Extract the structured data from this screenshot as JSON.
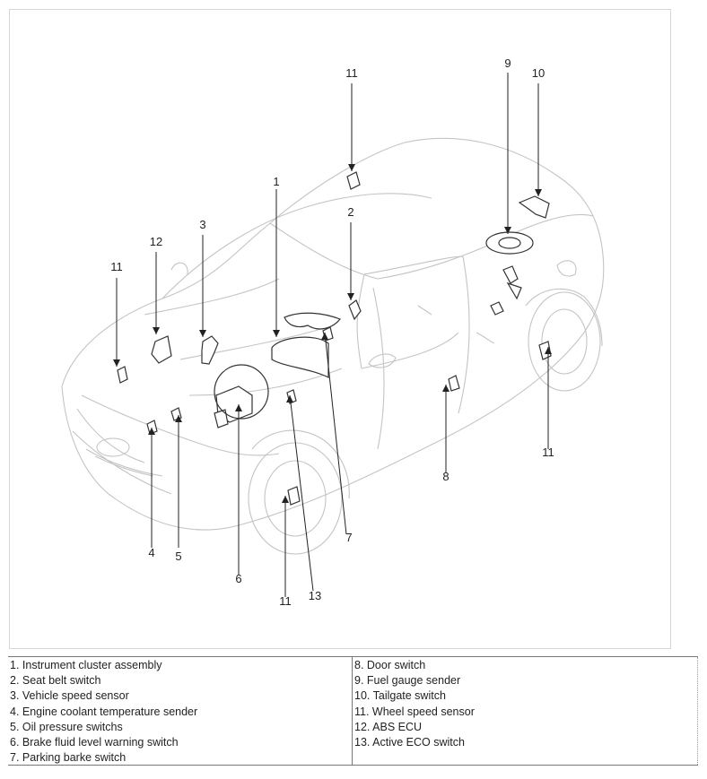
{
  "callouts": [
    "11",
    "9",
    "10",
    "1",
    "2",
    "3",
    "12",
    "11",
    "11",
    "8",
    "4",
    "5",
    "6",
    "7",
    "11",
    "13"
  ],
  "legend": {
    "left": [
      "1. Instrument cluster assembly",
      "2. Seat belt switch",
      "3. Vehicle speed sensor",
      "4. Engine coolant temperature sender",
      "5. Oil pressure switchs",
      "6. Brake fluid level warning switch",
      "7. Parking barke switch"
    ],
    "right": [
      "8. Door switch",
      "9. Fuel gauge sender",
      "10. Tailgate switch",
      "11. Wheel speed sensor",
      "12. ABS ECU",
      "13. Active ECO switch"
    ]
  }
}
